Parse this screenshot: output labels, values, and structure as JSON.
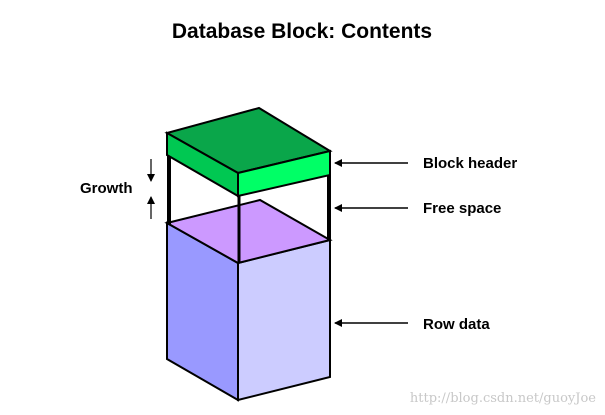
{
  "title": "Database Block: Contents",
  "labels": {
    "growth": "Growth",
    "block_header": "Block header",
    "free_space": "Free space",
    "row_data": "Row data"
  },
  "watermark": "http://blog.csdn.net/guoyJoe",
  "colors": {
    "header_top": "#0aa64a",
    "header_side": "#00c852",
    "header_front": "#00ff66",
    "free_space_top": "#cc99ff",
    "row_side": "#9999ff",
    "row_front": "#ccccff"
  }
}
